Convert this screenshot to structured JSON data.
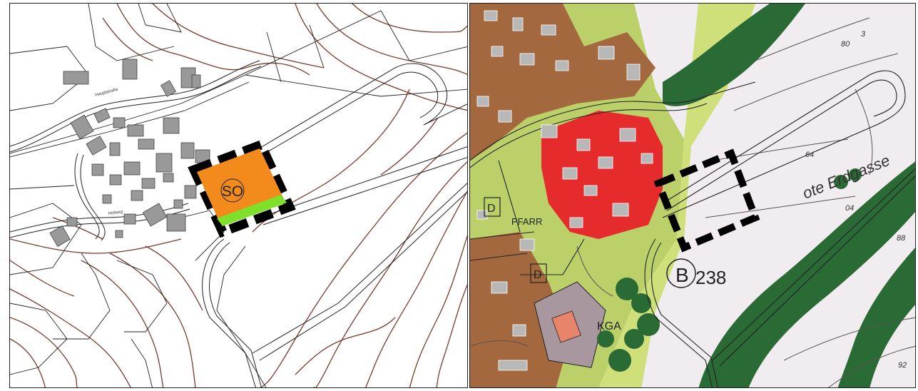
{
  "left_map": {
    "zone_label": "SO",
    "street_label_top": "Hauptstraße",
    "street_label_bottom": "Hofweg",
    "colors": {
      "zone": "#f28a1c",
      "green_strip": "#7fe02a",
      "contour": "#7a3a2e",
      "building": "#999999",
      "frame": "#000000"
    }
  },
  "right_map": {
    "road_name": "ote Erdgasse",
    "road_badge": "B",
    "road_number": "238",
    "parish_label": "PFARR",
    "church_label": "KGA",
    "monument_label": "D",
    "contour_labels": [
      "80",
      "64",
      "3",
      "04",
      "88",
      "92"
    ],
    "colors": {
      "settlement": "#a4683f",
      "core": "#e52b2b",
      "farmland": "#bcd06a",
      "forest": "#2a6b35",
      "church": "#a8979f",
      "background": "#f1ecef"
    }
  }
}
